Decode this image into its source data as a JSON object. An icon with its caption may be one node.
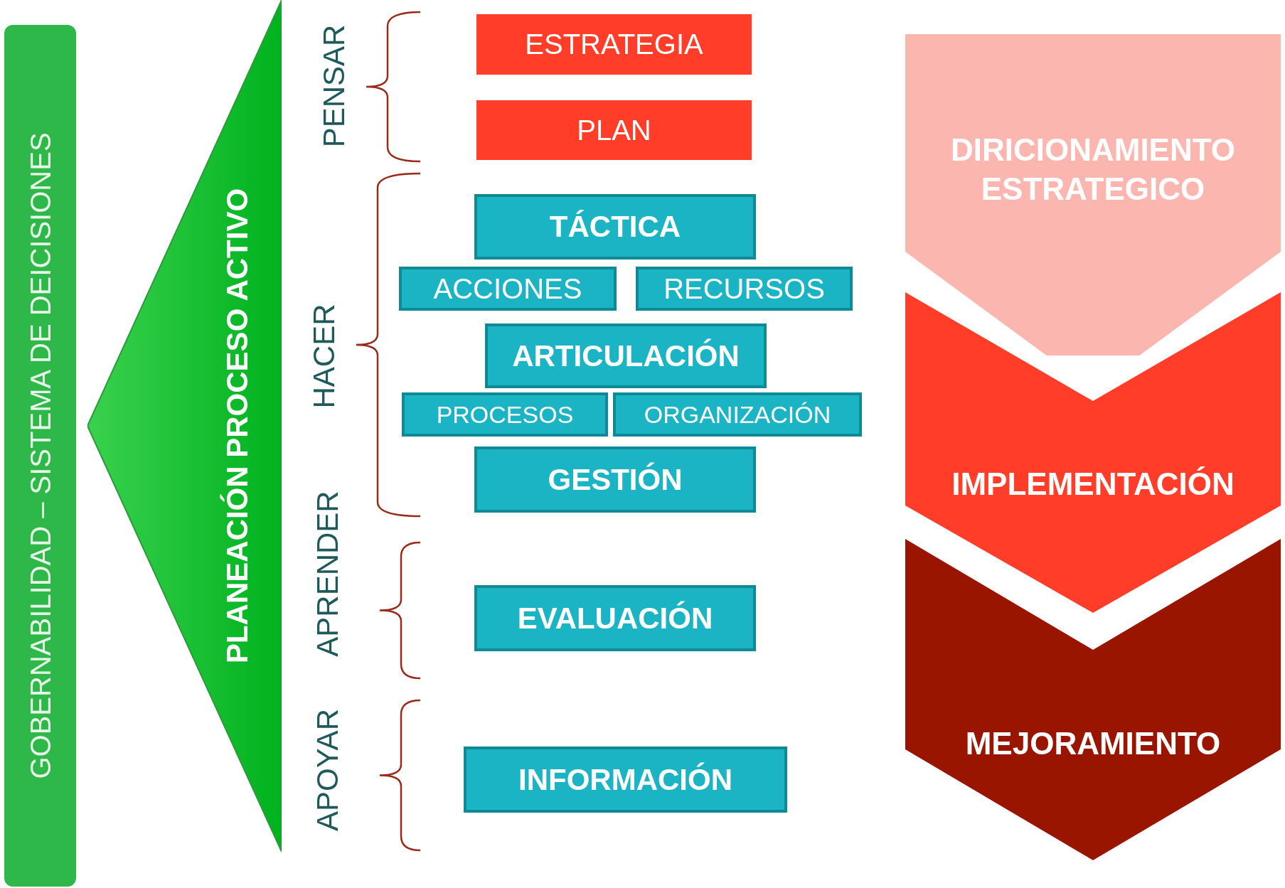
{
  "diagram": {
    "nodes": [
      {
        "text": [
          "GOBERNABILIDAD – SISTEMA DE DEICISIONES"
        ]
      },
      {
        "text": [
          "PLANEACIÓN PROCESO ACTIVO"
        ]
      },
      {
        "text": [
          "ESTRATEGIA"
        ]
      },
      {
        "text": [
          "PLAN"
        ]
      },
      {
        "text": [
          "TÁCTICA"
        ]
      },
      {
        "text": [
          "ACCIONES"
        ]
      },
      {
        "text": [
          "RECURSOS"
        ]
      },
      {
        "text": [
          "ARTICULACIÓN"
        ]
      },
      {
        "text": [
          "PROCESOS"
        ]
      },
      {
        "text": [
          "ORGANIZACIÓN"
        ]
      },
      {
        "text": [
          "GESTIÓN"
        ]
      },
      {
        "text": [
          "EVALUACIÓN"
        ]
      },
      {
        "text": [
          "INFORMACIÓN"
        ]
      },
      {
        "text": [
          "DIRICIONAMIENTO ESTRATEGICO"
        ]
      },
      {
        "text": [
          "IMPLEMENTACIÓN"
        ]
      },
      {
        "text": [
          "MEJORAMIENTO"
        ]
      }
    ],
    "edges": [],
    "labels": [
      "PENSAR",
      "HACER",
      "APRENDER",
      "APOYAR"
    ]
  }
}
